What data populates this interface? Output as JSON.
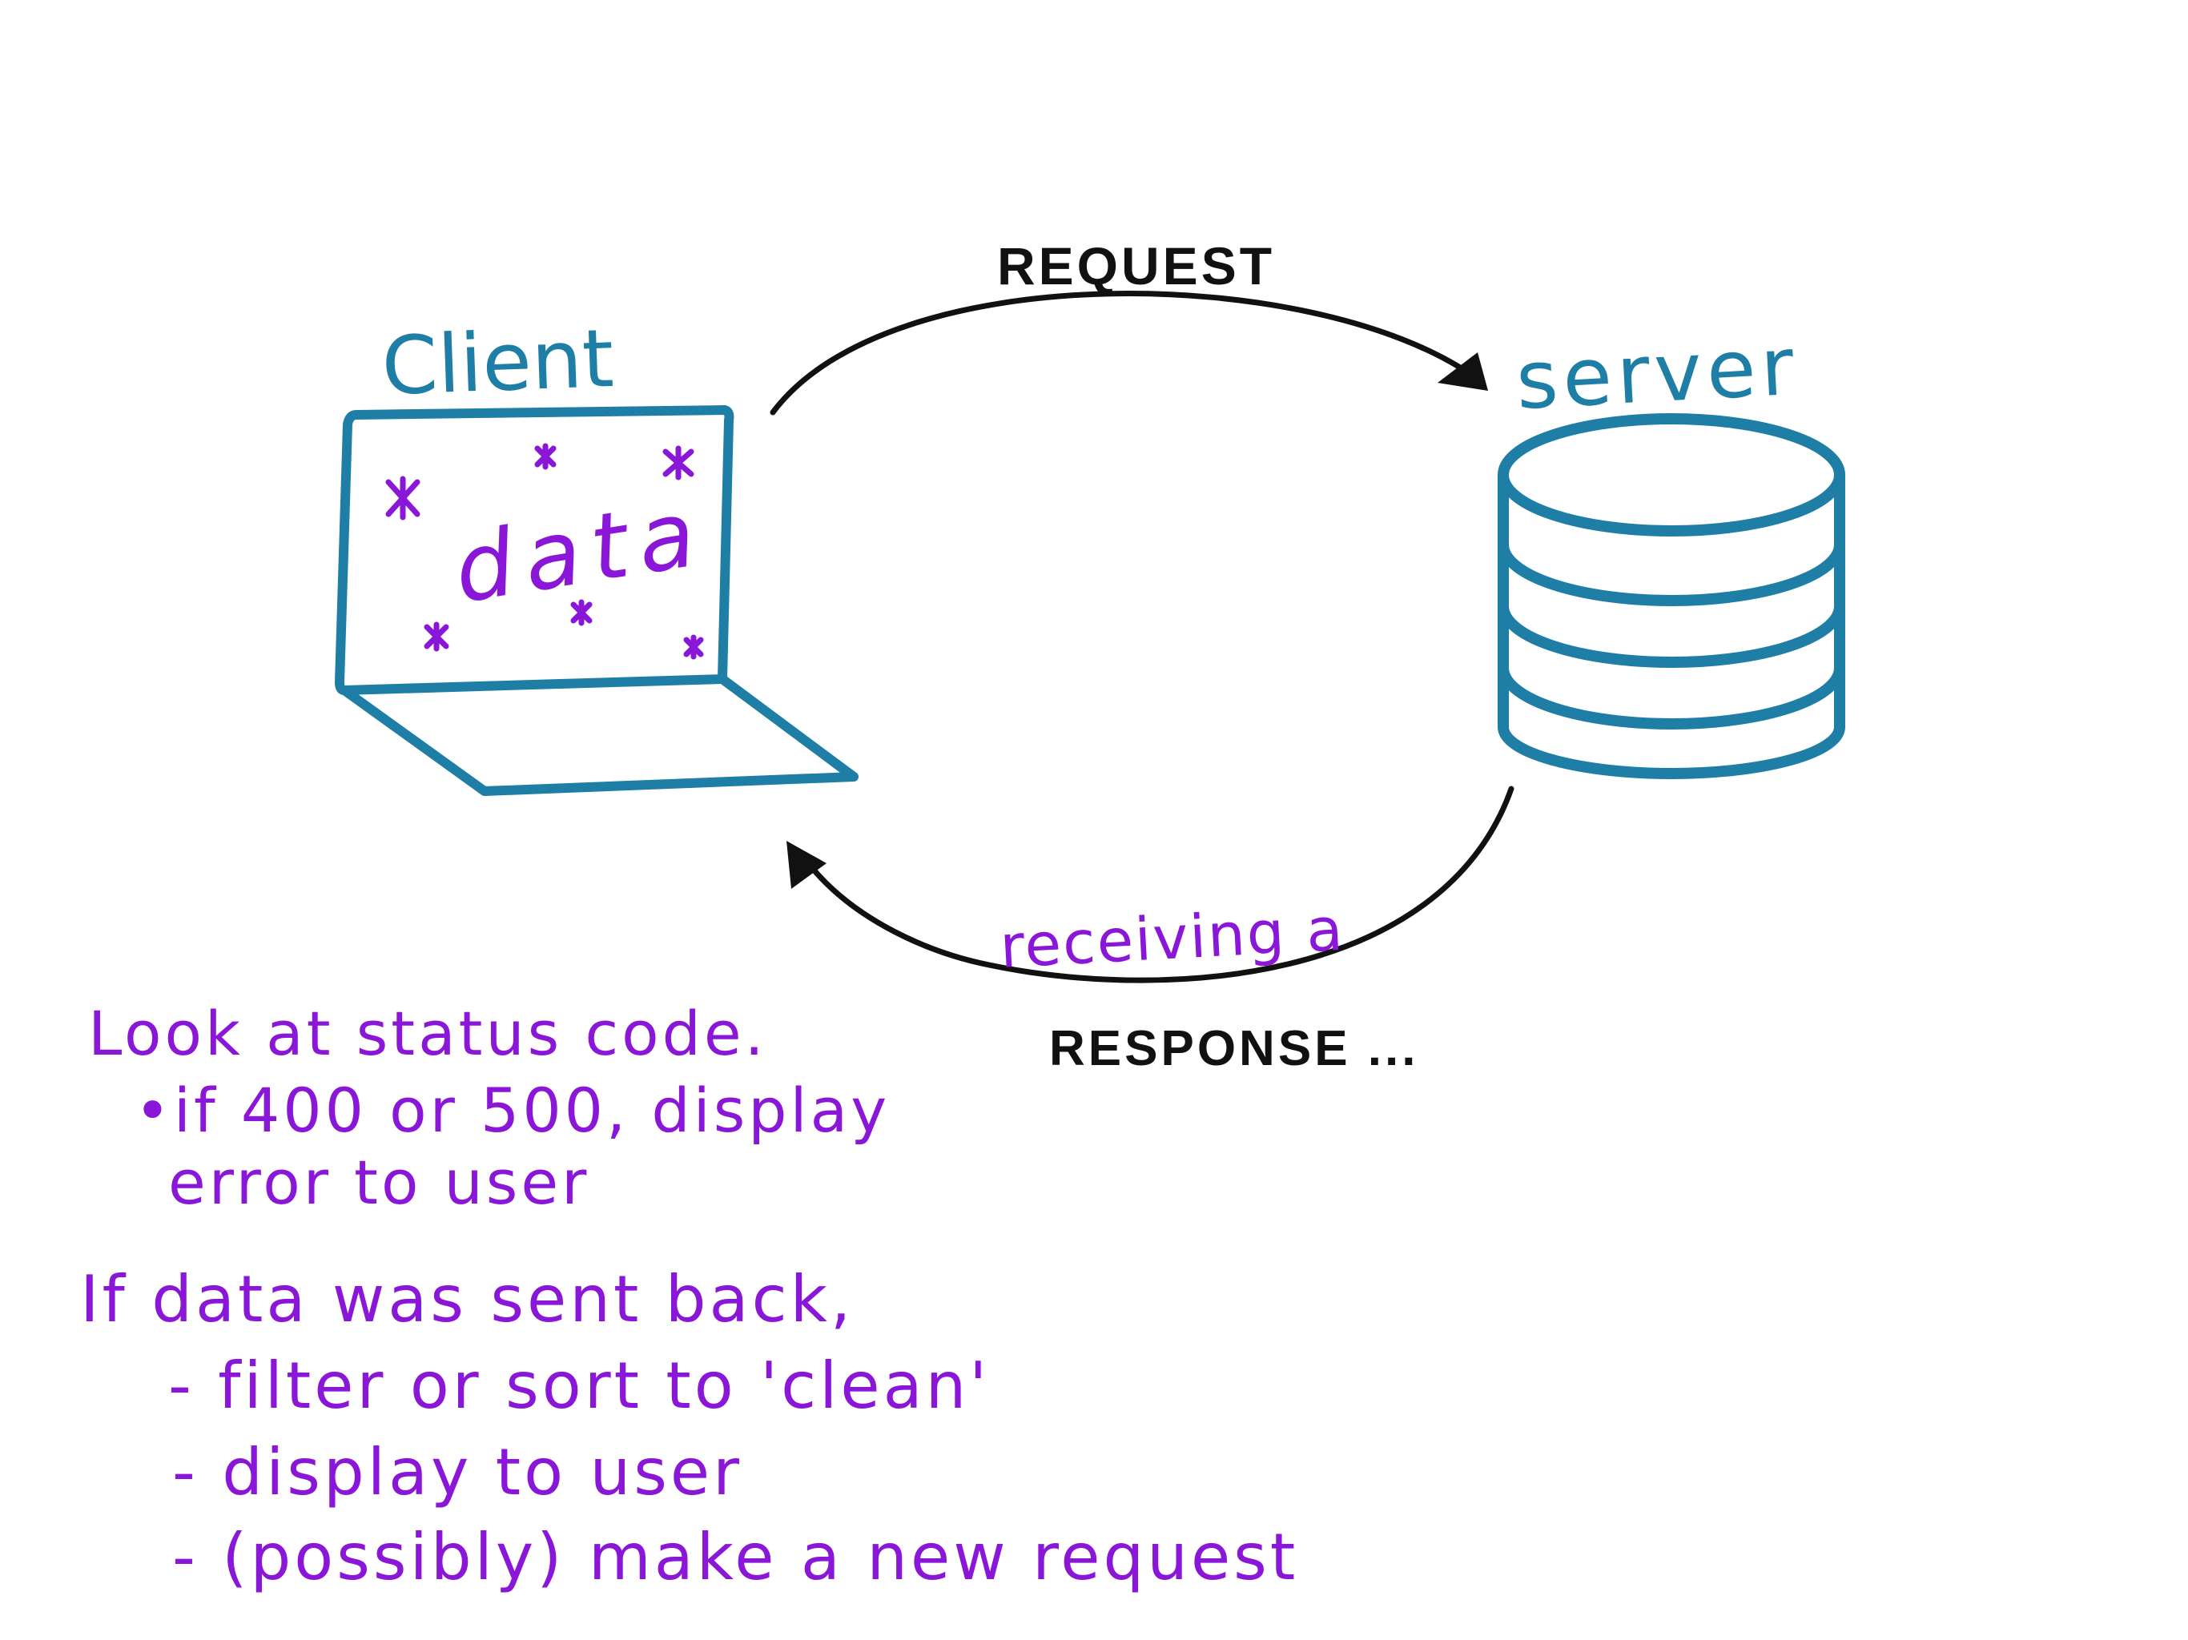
{
  "colors": {
    "blue": "#1f7ea6",
    "purple": "#8a16d8",
    "black": "#111111",
    "background": "#ffffff"
  },
  "diagram": {
    "client_label": "Client",
    "server_label": "server",
    "screen_text": "data",
    "request_label": "REQUEST",
    "receiving_label": "receiving a",
    "response_label": "RESPONSE ...",
    "notes": {
      "status": {
        "heading": "Look at status code.",
        "bullet_line1": "•if  400  or  500,  display",
        "bullet_line2": "error  to  user"
      },
      "data": {
        "heading": "If  data  was  sent  back,",
        "item1": "- filter  or  sort  to  'clean'",
        "item2": "- display  to  user",
        "item3": "- (possibly)  make  a  new  request"
      }
    }
  }
}
